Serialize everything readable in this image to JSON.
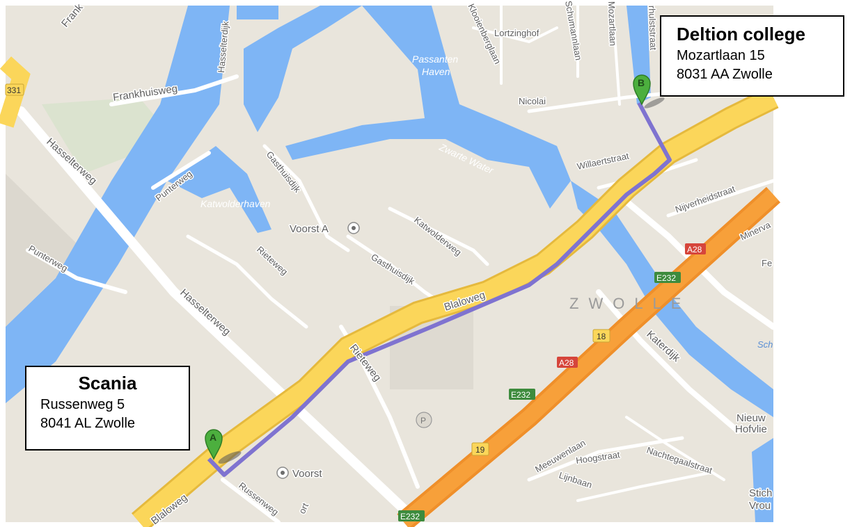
{
  "markers": {
    "start": {
      "letter": "A",
      "name": "Scania",
      "address_line1": "Russenweg 5",
      "address_line2": "8041 AL Zwolle"
    },
    "end": {
      "letter": "B",
      "name": "Deltion college",
      "address_line1": "Mozartlaan 15",
      "address_line2": "8031 AA Zwolle"
    }
  },
  "streets": {
    "hasselterweg_1": "Hasselterweg",
    "hasselterweg_2": "Hasselterweg",
    "hasselterdijk": "Hasselterdijk",
    "frankhuisweg": "Frankhuisweg",
    "frank": "Frank",
    "punterweg_1": "Punterweg",
    "punterweg_2": "Punterweg",
    "gasthuisdijk_1": "Gasthuisdijk",
    "gasthuisdijk_2": "Gasthuisdijk",
    "rieteweg_1": "Rieteweg",
    "rieteweg_2": "Rieteweg",
    "katwolderweg": "Katwolderweg",
    "blaloweg_1": "Blaloweg",
    "blaloweg_2": "Blaloweg",
    "russenweg": "Russenweg",
    "ort": "ort",
    "katerdijk": "Katerdijk",
    "meeuwenlaan": "Meeuwenlaan",
    "hoogstraat": "Hoogstraat",
    "nachtegaalstraat": "Nachtegaalstraat",
    "lijnbaan": "Lijnbaan",
    "willaertstraat": "Willaertstraat",
    "nijverheidstraat": "Nijverheidstraat",
    "minerva": "Minerva",
    "fe": "Fe",
    "lortzinghof": "Lortzinghof",
    "klooienberglaan": "Klooienberglaan",
    "schumannlaan": "Schumannlaan",
    "mozartlaan": "Mozartlaan",
    "hulststraat": "rhulststraat",
    "nicolai": "Nicolai"
  },
  "places": {
    "voorst_a": "Voorst A",
    "voorst": "Voorst",
    "zwolle": "ZWOLLE",
    "nieuw_hofvliet_1": "Nieuw",
    "nieuw_hofvliet_2": "Hofvlie",
    "stich_1": "Stich",
    "stich_2": "Vrou",
    "sch": "Sch",
    "parking": "P"
  },
  "water": {
    "katwolderhaven": "Katwolderhaven",
    "passanten_1": "Passanten",
    "passanten_2": "Haven",
    "zwarte_water": "Zwarte Water"
  },
  "road_shields": {
    "a28_1": "A28",
    "a28_2": "A28",
    "e232_1": "E232",
    "e232_2": "E232",
    "e232_3": "E232",
    "exit_18": "18",
    "exit_19": "19",
    "n331": "331"
  },
  "colors": {
    "land": "#e9e5dc",
    "water": "#7eb5f5",
    "major_road": "#fbd65a",
    "highway": "#f7a03a",
    "route": "#7f73d0",
    "marker": "#4caf3e"
  }
}
